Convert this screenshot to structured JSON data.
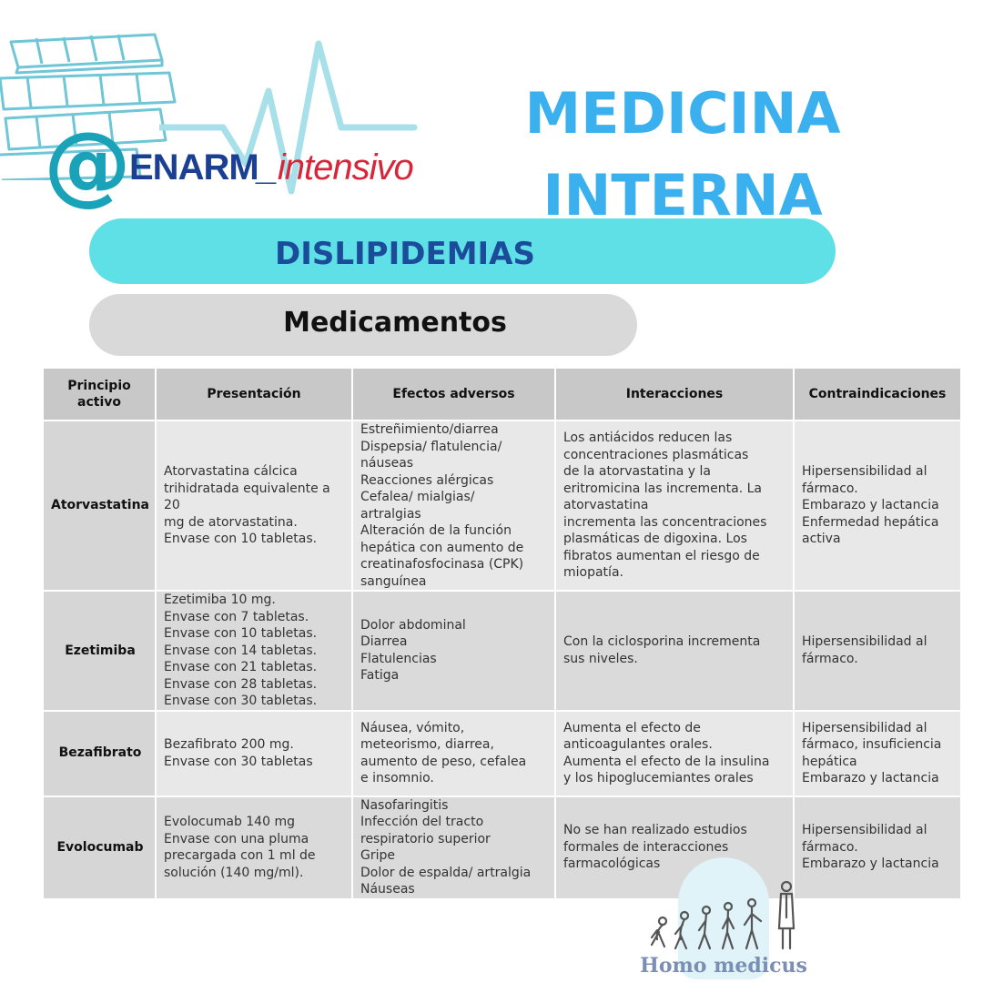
{
  "brand": {
    "at": "@",
    "enarm": "ENARM",
    "underscore": "_",
    "intensivo": "intensivo"
  },
  "title": {
    "line1": "MEDICINA",
    "line2": "INTERNA"
  },
  "topic": "DISLIPIDEMIAS",
  "subtitle": "Medicamentos",
  "table": {
    "headers": [
      "Principio activo",
      "Presentación",
      "Efectos adversos",
      "Interacciones",
      "Contraindicaciones"
    ],
    "rows": [
      {
        "name": "Atorvastatina",
        "presentation": "Atorvastatina cálcica\ntrihidratada equivalente a\n20\nmg de atorvastatina.\nEnvase con 10 tabletas.",
        "adverse": "Estreñimiento/diarrea\nDispepsia/ flatulencia/\nnáuseas\nReacciones alérgicas\nCefalea/ mialgias/\nartralgias\nAlteración de la función\nhepática con aumento de\ncreatinafosfocinasa (CPK)\nsanguínea",
        "interactions": "Los antiácidos reducen las\nconcentraciones plasmáticas\nde la atorvastatina y la\neritromicina las incrementa. La\natorvastatina\nincrementa las concentraciones\nplasmáticas de digoxina. Los\nfibratos aumentan el riesgo de\nmiopatía.",
        "contra": "Hipersensibilidad al\nfármaco.\nEmbarazo y lactancia\nEnfermedad hepática\nactiva"
      },
      {
        "name": "Ezetimiba",
        "presentation": "Ezetimiba 10 mg.\nEnvase con 7 tabletas.\nEnvase con 10 tabletas.\nEnvase con 14 tabletas.\nEnvase con 21 tabletas.\nEnvase con 28 tabletas.\nEnvase con 30 tabletas.",
        "adverse": "Dolor abdominal\nDiarrea\nFlatulencias\nFatiga",
        "interactions": "Con la ciclosporina incrementa\nsus niveles.",
        "contra": "Hipersensibilidad al\nfármaco."
      },
      {
        "name": "Bezafibrato",
        "presentation": "Bezafibrato 200 mg.\nEnvase con 30 tabletas",
        "adverse": "Náusea, vómito,\nmeteorismo, diarrea,\naumento de peso, cefalea\ne insomnio.",
        "interactions": "Aumenta el efecto de\nanticoagulantes orales.\nAumenta el efecto de la insulina\ny los hipoglucemiantes orales",
        "contra": "Hipersensibilidad al\nfármaco, insuficiencia\nhepática\nEmbarazo y lactancia"
      },
      {
        "name": "Evolocumab",
        "presentation": "Evolocumab 140 mg\nEnvase con una pluma\nprecargada con 1 ml de\nsolución (140 mg/ml).",
        "adverse": "Nasofaringitis\nInfección del tracto\nrespiratorio superior\nGripe\nDolor de espalda/ artralgia\nNáuseas",
        "interactions": "No se han realizado estudios\nformales de interacciones\nfarmacológicas",
        "contra": "Hipersensibilidad al\nfármaco.\nEmbarazo y lactancia"
      }
    ]
  },
  "footer_logo": "Homo medicus",
  "colors": {
    "title": "#3ab1ee",
    "topic_pill": "#5fdfe6",
    "topic_text": "#1b4c9a",
    "sub_pill": "#d9d9d9"
  }
}
